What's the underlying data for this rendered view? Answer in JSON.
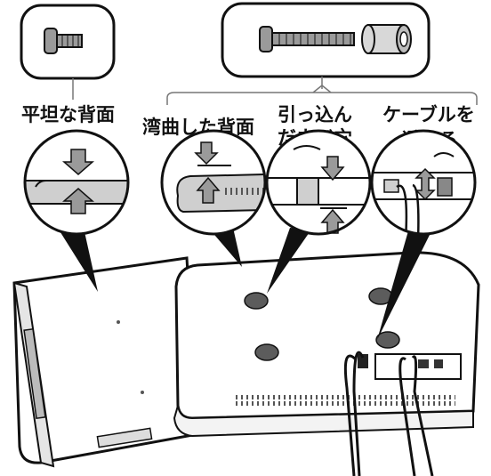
{
  "labels": {
    "flat_back": "平坦な背面",
    "curved_back": "湾曲した背面",
    "recessed_hole_line1": "引っ込ん",
    "recessed_hole_line2": "だネジ穴",
    "avoid_cable_line1": "ケーブルを",
    "avoid_cable_line2": "避ける"
  },
  "icons": {
    "short_screw": "short-screw-icon",
    "long_screw": "long-screw-icon",
    "spacer": "spacer-icon"
  },
  "colors": {
    "line": "#111111",
    "light_gray": "#cfcfcf",
    "mid_gray": "#9a9a9a",
    "dark_gray": "#6e6e6e",
    "background": "#ffffff"
  }
}
